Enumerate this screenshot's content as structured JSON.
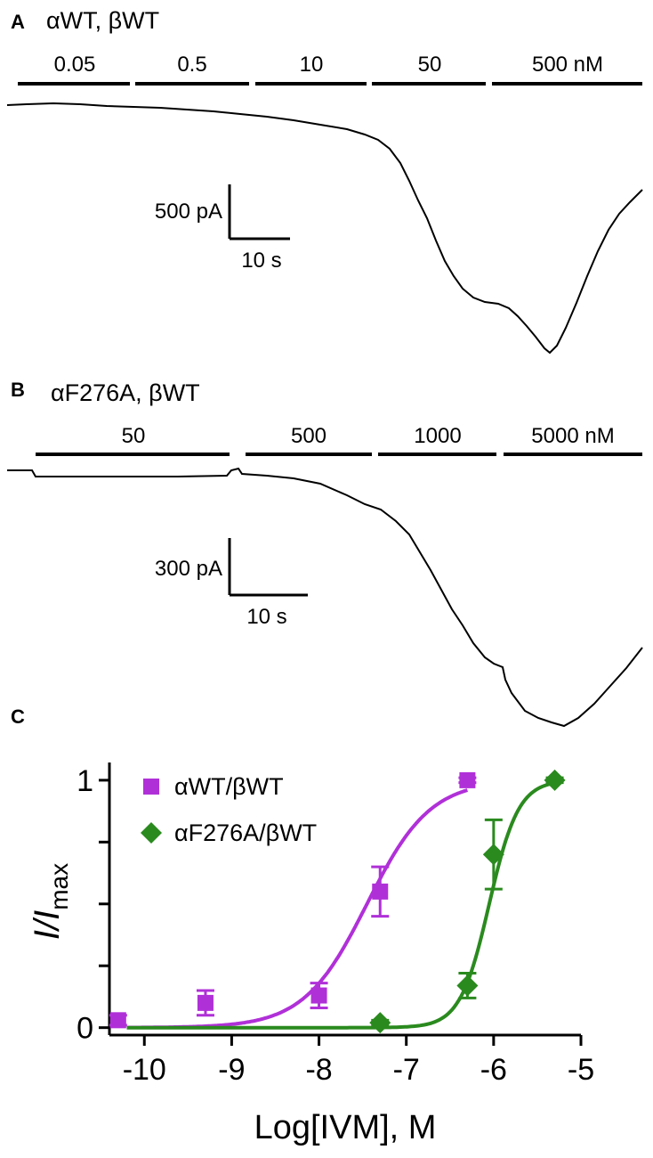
{
  "panels": [
    {
      "letter": "A",
      "title": "αWT, βWT",
      "conc_labels": [
        "0.05",
        "0.5",
        "10",
        "50",
        "500 nM"
      ],
      "scale_bar": {
        "amp_label": "500 pA",
        "time_label": "10 s"
      }
    },
    {
      "letter": "B",
      "title": "αF276A, βWT",
      "conc_labels": [
        "50",
        "500",
        "1000",
        "5000 nM"
      ],
      "scale_bar": {
        "amp_label": "300 pA",
        "time_label": "10 s"
      }
    },
    {
      "letter": "C"
    }
  ],
  "chart_data": {
    "type": "scatter",
    "title": "",
    "xlabel": "Log[IVM], M",
    "ylabel": "I/Imax",
    "ylabel_main": "I/I",
    "ylabel_sub": "max",
    "xlim": [
      -10.4,
      -5
    ],
    "ylim": [
      -0.03,
      1.05
    ],
    "x_ticks": [
      -10,
      -9,
      -8,
      -7,
      -6,
      -5
    ],
    "x_tick_labels": [
      "-10",
      "-9",
      "-8",
      "-7",
      "-6",
      "-5"
    ],
    "y_ticks": [
      0,
      0.25,
      0.5,
      0.75,
      1
    ],
    "y_tick_labels": [
      "0",
      "",
      "",
      "",
      "1"
    ],
    "legend_position": "top-left",
    "series": [
      {
        "name": "αWT/βWT",
        "color": "#b030d8",
        "marker": "square",
        "x": [
          -10.3,
          -9.3,
          -8.0,
          -7.3,
          -6.3
        ],
        "y": [
          0.03,
          0.1,
          0.13,
          0.55,
          1.0
        ],
        "err": [
          0.02,
          0.05,
          0.05,
          0.1,
          0.01
        ],
        "fit": {
          "ec50_log": -7.45,
          "hill": 1.2
        }
      },
      {
        "name": "αF276A/βWT",
        "color": "#2a8a1e",
        "marker": "diamond",
        "x": [
          -7.3,
          -6.3,
          -6.0,
          -5.3
        ],
        "y": [
          0.02,
          0.17,
          0.7,
          1.0
        ],
        "err": [
          0.01,
          0.05,
          0.14,
          0.01
        ],
        "fit": {
          "ec50_log": -6.05,
          "hill": 2.6
        }
      }
    ]
  }
}
